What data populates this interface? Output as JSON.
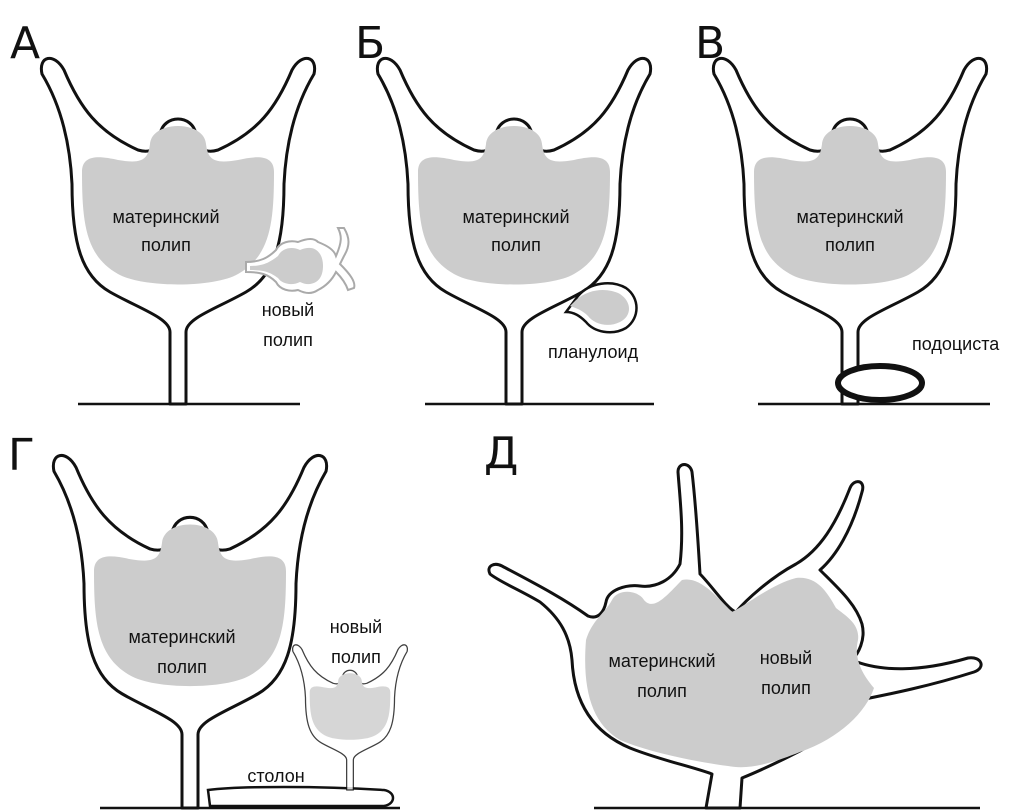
{
  "panels": [
    {
      "letter": "А",
      "labels": {
        "mother_line1": "материнский",
        "mother_line2": "полип",
        "new_line1": "новый",
        "new_line2": "полип"
      }
    },
    {
      "letter": "Б",
      "labels": {
        "mother_line1": "материнский",
        "mother_line2": "полип",
        "planuloid": "планулоид"
      }
    },
    {
      "letter": "В",
      "labels": {
        "mother_line1": "материнский",
        "mother_line2": "полип",
        "podocyst": "подоциста"
      }
    },
    {
      "letter": "Г",
      "labels": {
        "mother_line1": "материнский",
        "mother_line2": "полип",
        "new_line1": "новый",
        "new_line2": "полип",
        "stolon": "столон"
      }
    },
    {
      "letter": "Д",
      "labels": {
        "mother_line1": "материнский",
        "mother_line2": "полип",
        "new_line1": "новый",
        "new_line2": "полип"
      }
    }
  ],
  "colors": {
    "body_fill": "#cccccc",
    "outline": "#111111",
    "background": "#ffffff"
  }
}
